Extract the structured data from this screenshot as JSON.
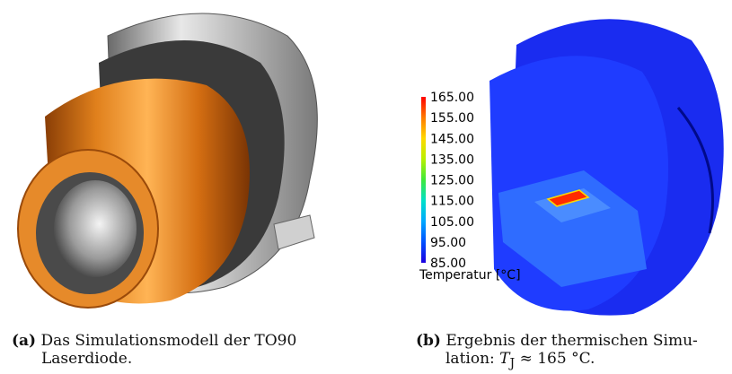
{
  "figure_a": {
    "label": "(a)",
    "caption_line1": "Das Simulationsmodell der TO90",
    "caption_line2": "Laserdiode."
  },
  "figure_b": {
    "label": "(b)",
    "caption_line1": "Ergebnis der thermischen Simu-",
    "caption_line2_prefix": "lation: ",
    "caption_math": "T",
    "caption_math_sub": "J",
    "caption_line2_suffix": " ≈ 165 °C.",
    "legend": {
      "title": "Temperatur [°C]",
      "ticks": [
        "165.00",
        "155.00",
        "145.00",
        "135.00",
        "125.00",
        "115.00",
        "105.00",
        "95.00",
        "85.00"
      ],
      "colors": [
        "#ff0000",
        "#ff7a00",
        "#ffd800",
        "#b8f000",
        "#3ee83a",
        "#00e0c8",
        "#00a8ff",
        "#0050ff",
        "#1a00e0"
      ]
    }
  },
  "colors": {
    "copper": "#d9781e",
    "steel": "#a8a8a8",
    "dark_ring": "#3a3a3a",
    "sim_blue": "#1a2cf0"
  }
}
